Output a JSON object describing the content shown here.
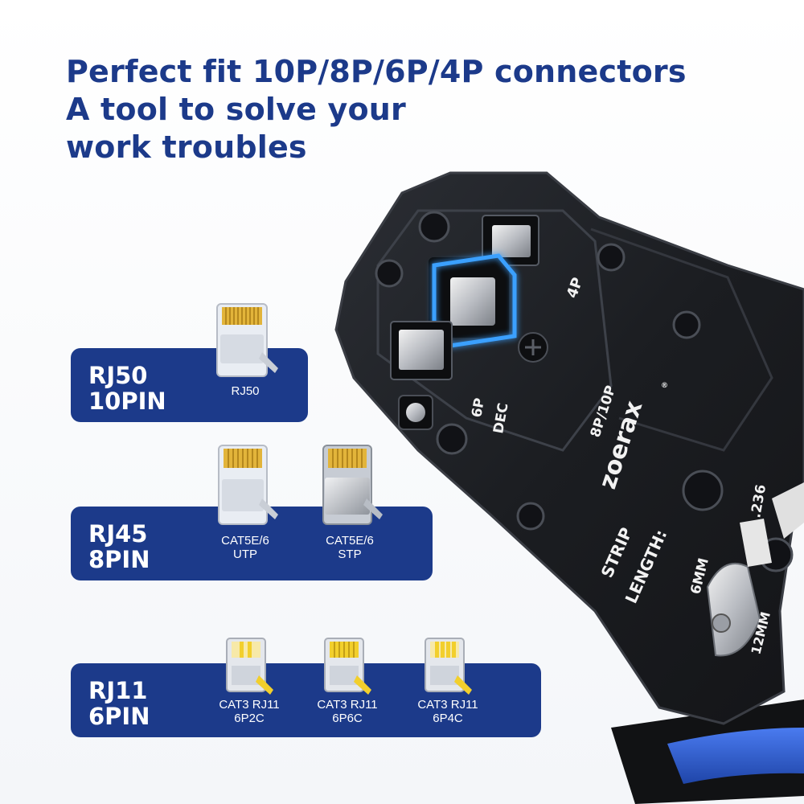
{
  "headline": {
    "line1": "Perfect fit 10P/8P/6P/4P connectors",
    "line2": "A tool to solve your",
    "line3": "work troubles"
  },
  "tool": {
    "brand": "zoerax",
    "registered_mark": "®",
    "port_labels": {
      "p4": "4P",
      "p6": "6P",
      "dec": "DEC",
      "p8_10": "8P/10P"
    },
    "strip_text": {
      "strip": "STRIP",
      "length": "LENGTH:",
      "mm6": "6MM",
      "inch": ".236",
      "mm12": "12MM"
    }
  },
  "rj50": {
    "title_line1": "RJ50",
    "title_line2": "10PIN",
    "connectors": [
      {
        "caption1": "RJ50",
        "caption2": ""
      }
    ]
  },
  "rj45": {
    "title_line1": "RJ45",
    "title_line2": "8PIN",
    "connectors": [
      {
        "caption1": "CAT5E/6",
        "caption2": "UTP"
      },
      {
        "caption1": "CAT5E/6",
        "caption2": "STP"
      }
    ]
  },
  "rj11": {
    "title_line1": "RJ11",
    "title_line2": "6PIN",
    "connectors": [
      {
        "caption1": "CAT3 RJ11",
        "caption2": "6P2C"
      },
      {
        "caption1": "CAT3 RJ11",
        "caption2": "6P6C"
      },
      {
        "caption1": "CAT3 RJ11",
        "caption2": "6P4C"
      }
    ]
  },
  "colors": {
    "brand_blue": "#1c3a8a",
    "tool_black": "#1b1d21",
    "handle_blue": "#2f5fd6",
    "connector_gold": "#e2b43a",
    "rj11_yellow": "#f2cf2c",
    "highlight_blue": "#3aa0ff"
  }
}
